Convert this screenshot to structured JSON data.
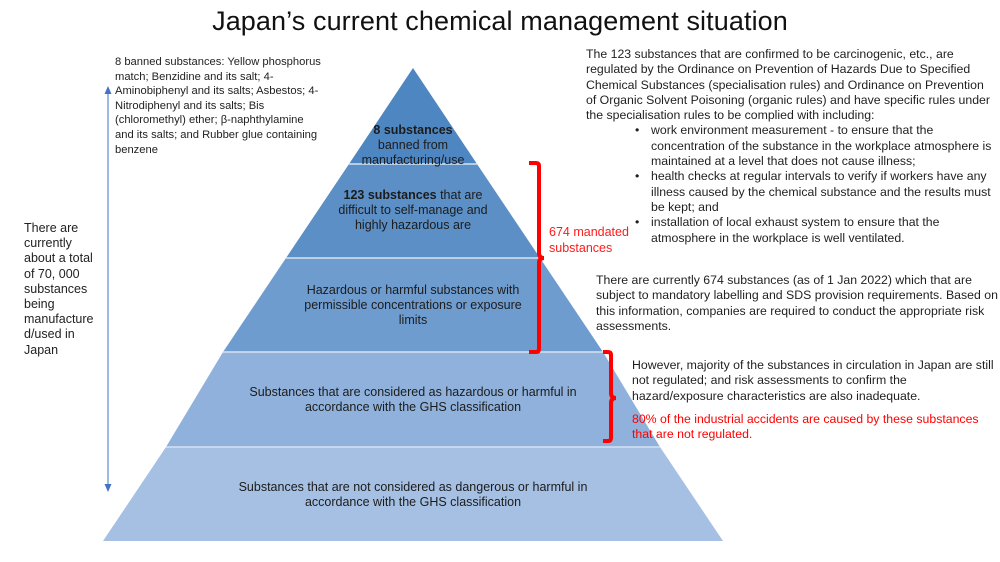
{
  "title": "Japan’s current chemical management situation",
  "colors": {
    "tier1": "#4e86c2",
    "tier2": "#5b8fc6",
    "tier3": "#6f9ccf",
    "tier4": "#8fb1db",
    "tier5": "#a5c0e3",
    "divider": "#d6e3f2",
    "bracket": "#ff0000",
    "arrow": "#7ea3d6",
    "highlight_text": "#ff0000"
  },
  "pyramid": {
    "tiers": [
      {
        "bold": "8 substances",
        "text": "banned from manufacturing/use"
      },
      {
        "bold": "123 substances",
        "text": " that are difficult to self-manage and highly hazardous are"
      },
      {
        "bold": "",
        "text": "Hazardous or harmful substances with permissible concentrations or exposure limits"
      },
      {
        "bold": "",
        "text": "Substances that are considered as hazardous or harmful in accordance with the GHS classification"
      },
      {
        "bold": "",
        "text": "Substances that are not considered as dangerous or harmful in accordance with the GHS classification"
      }
    ]
  },
  "left": {
    "banned_list": "8 banned substances: Yellow phosphorus match; Benzidine and its salt; 4-Aminobiphenyl and its salts; Asbestos; 4-Nitrodiphenyl and its salts; Bis (chloromethyl) ether; β-naphthylamine and its salts; and Rubber glue containing benzene",
    "total_note": "There are currently about a total of 70, 000 substances being manufacture d/used in Japan"
  },
  "right": {
    "intro": "The 123 substances that are confirmed to be carcinogenic, etc., are regulated by the Ordinance on Prevention of Hazards Due to Specified Chemical Substances (specialisation rules) and Ordinance on Prevention of Organic Solvent Poisoning (organic rules) and have specific rules under the specialisation rules to be complied with including:",
    "bullets": [
      "work environment measurement - to ensure that the concentration of the substance in the workplace atmosphere is maintained at a level that does not cause illness;",
      "health checks at regular intervals to verify if workers have any illness caused by the chemical substance and the results must be kept; and",
      "installation of local exhaust system to ensure that the atmosphere in the workplace is well ventilated."
    ],
    "mandate_note": "There are currently 674 substances (as of 1 Jan 2022) which that are subject to mandatory labelling and SDS provision requirements. Based on this information, companies are required to conduct the appropriate risk assessments.",
    "mandated_label": "674 mandated substances",
    "unregulated_note": "However, majority of the substances in circulation in Japan are still not regulated; and risk assessments to confirm the hazard/exposure characteristics are also inadequate.",
    "accident_note": "80% of the industrial accidents are caused by these substances that are not regulated."
  }
}
